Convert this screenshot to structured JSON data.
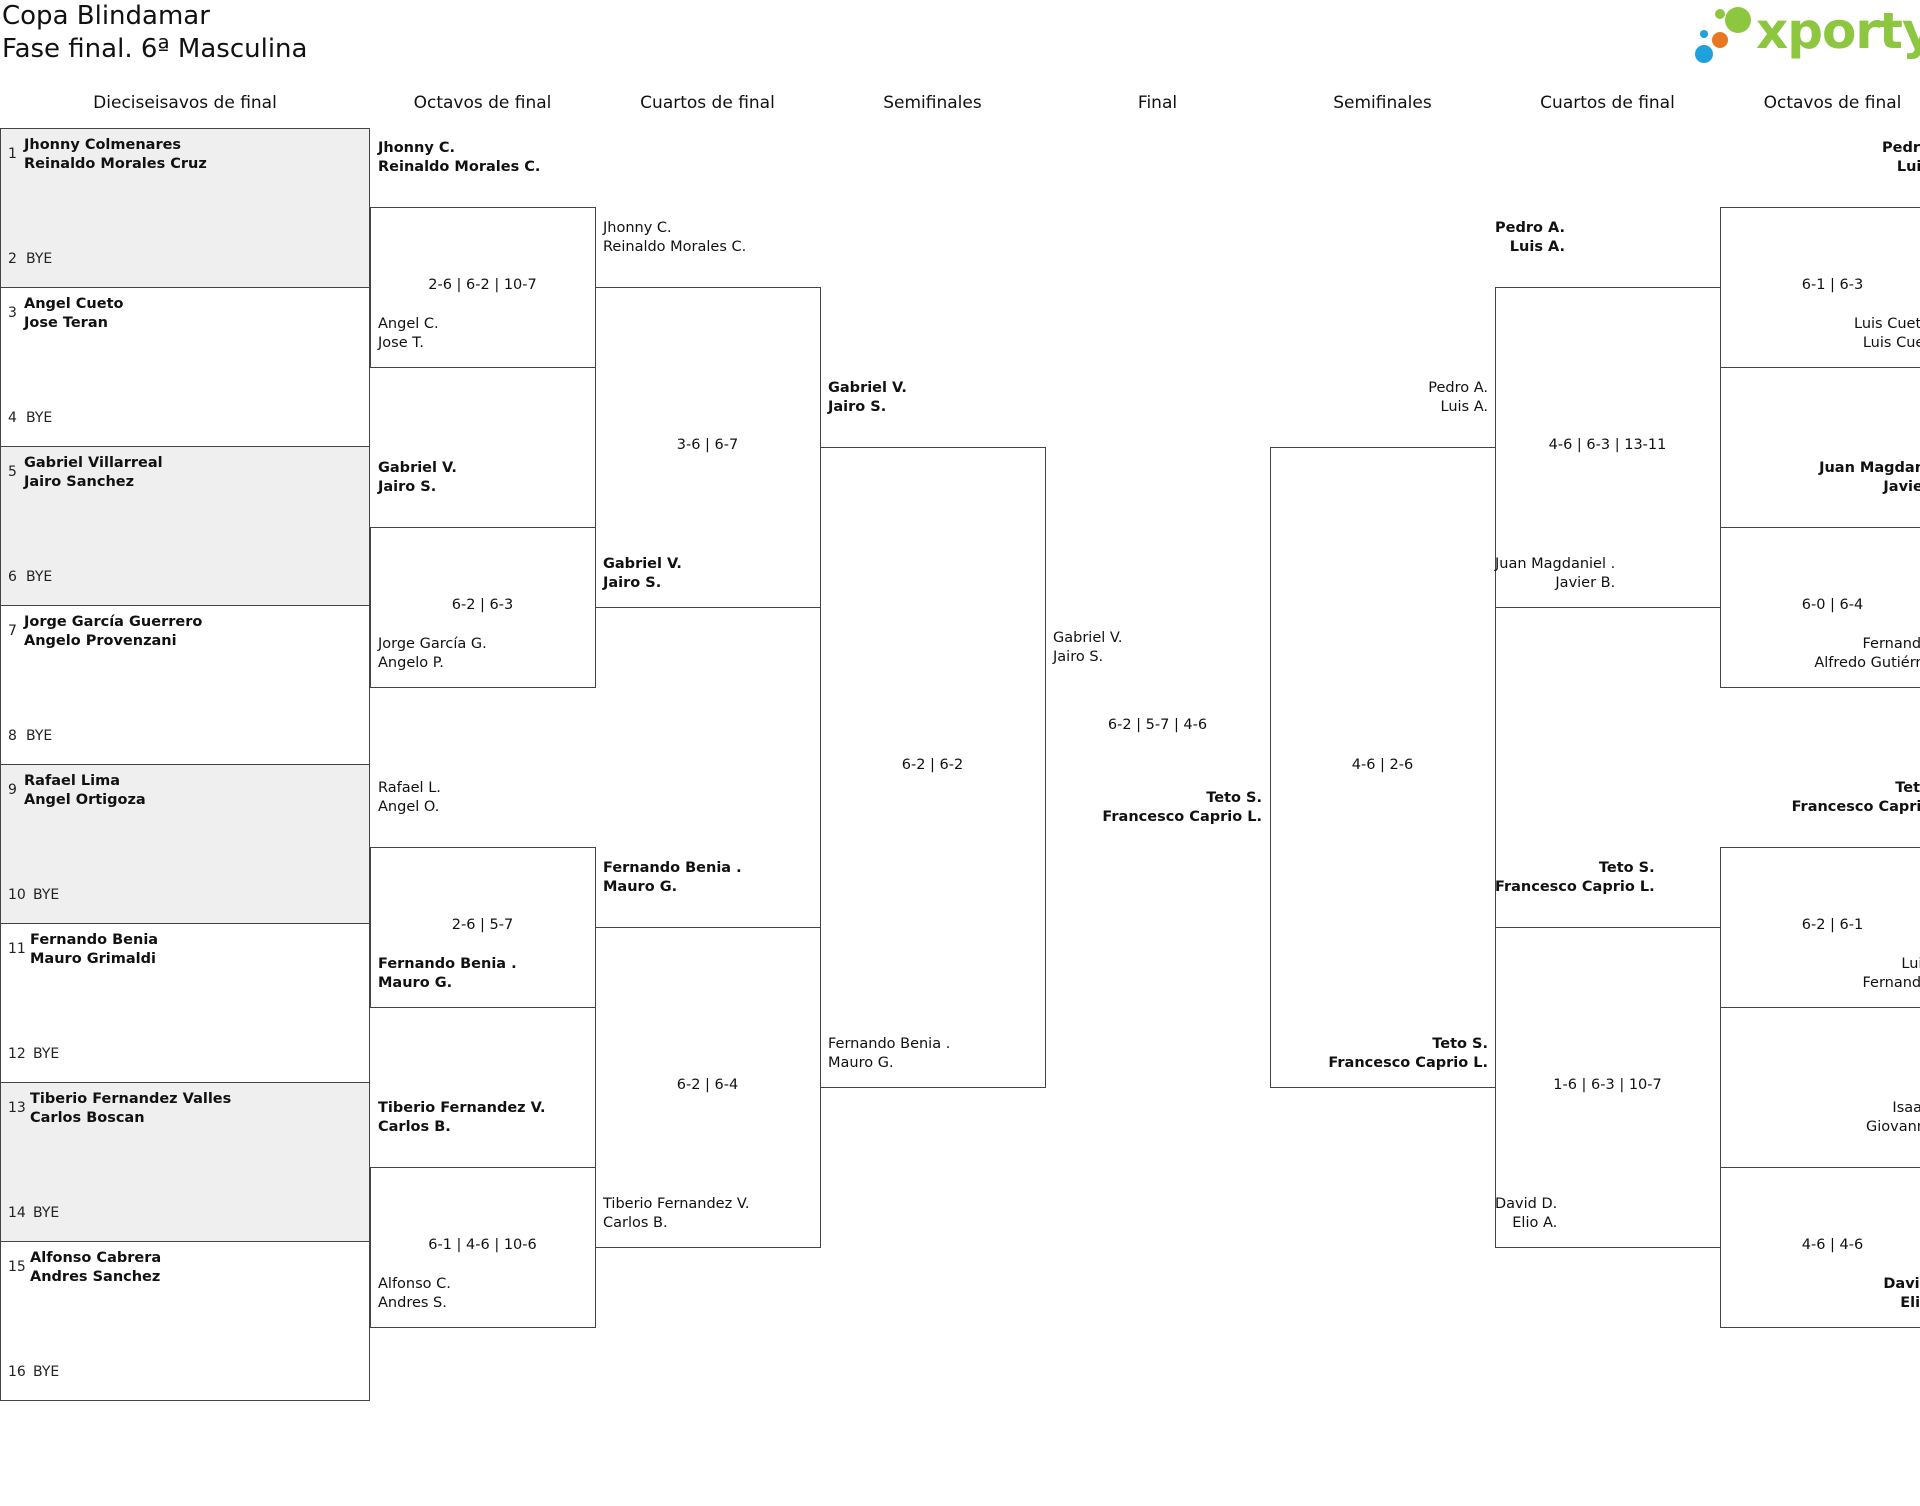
{
  "title": {
    "line1": "Copa Blindamar",
    "line2": "Fase final. 6ª Masculina"
  },
  "logo": {
    "text": "xporty",
    "colors": [
      "#8dc63f",
      "#e87722",
      "#1fa1de"
    ]
  },
  "round_headers": [
    "Dieciseisavos de final",
    "Octavos de final",
    "Cuartos de final",
    "Semifinales",
    "Final",
    "Semifinales",
    "Cuartos de final",
    "Octavos de final"
  ],
  "round_of_32": [
    {
      "seed": "1",
      "team": [
        "Jhonny Colmenares",
        "Reinaldo Morales Cruz"
      ],
      "bye_seed": "2",
      "bye": "BYE"
    },
    {
      "seed": "3",
      "team": [
        "Angel Cueto",
        "Jose Teran"
      ],
      "bye_seed": "4",
      "bye": "BYE"
    },
    {
      "seed": "5",
      "team": [
        "Gabriel Villarreal",
        "Jairo Sanchez"
      ],
      "bye_seed": "6",
      "bye": "BYE"
    },
    {
      "seed": "7",
      "team": [
        "Jorge García Guerrero",
        "Angelo Provenzani"
      ],
      "bye_seed": "8",
      "bye": "BYE"
    },
    {
      "seed": "9",
      "team": [
        "Rafael Lima",
        "Angel Ortigoza"
      ],
      "bye_seed": "10",
      "bye": "BYE"
    },
    {
      "seed": "11",
      "team": [
        "Fernando Benia",
        "Mauro Grimaldi"
      ],
      "bye_seed": "12",
      "bye": "BYE"
    },
    {
      "seed": "13",
      "team": [
        "Tiberio Fernandez Valles",
        "Carlos Boscan"
      ],
      "bye_seed": "14",
      "bye": "BYE"
    },
    {
      "seed": "15",
      "team": [
        "Alfonso Cabrera",
        "Andres Sanchez"
      ],
      "bye_seed": "16",
      "bye": "BYE"
    }
  ],
  "left_round_of_16": [
    {
      "top": [
        "Jhonny C.",
        "Reinaldo Morales C."
      ],
      "score": "2-6 | 6-2 | 10-7",
      "bottom": [
        "Angel C.",
        "Jose T."
      ],
      "winner": "top"
    },
    {
      "top": [
        "Gabriel V.",
        "Jairo S."
      ],
      "score": "6-2 | 6-3",
      "bottom": [
        "Jorge García G.",
        "Angelo P."
      ],
      "winner": "top"
    },
    {
      "top": [
        "Rafael L.",
        "Angel O."
      ],
      "score": "2-6 | 5-7",
      "bottom": [
        "Fernando Benia .",
        "Mauro G."
      ],
      "winner": "bottom"
    },
    {
      "top": [
        "Tiberio Fernandez V.",
        "Carlos B."
      ],
      "score": "6-1 | 4-6 | 10-6",
      "bottom": [
        "Alfonso C.",
        "Andres S."
      ],
      "winner": "top"
    }
  ],
  "left_quarterfinals": [
    {
      "top": [
        "Jhonny C.",
        "Reinaldo Morales C."
      ],
      "score": "3-6 | 6-7",
      "bottom": [
        "Gabriel V.",
        "Jairo S."
      ],
      "winner": "bottom"
    },
    {
      "top": [
        "Fernando Benia .",
        "Mauro G."
      ],
      "score": "6-2 | 6-4",
      "bottom": [
        "Tiberio Fernandez V.",
        "Carlos B."
      ],
      "winner": "top"
    }
  ],
  "left_semifinal": {
    "top": [
      "Gabriel V.",
      "Jairo S."
    ],
    "score": "6-2 | 6-2",
    "bottom": [
      "Fernando Benia .",
      "Mauro G."
    ],
    "winner": "top"
  },
  "final": {
    "left": [
      "Gabriel V.",
      "Jairo S."
    ],
    "score": "6-2 | 5-7 | 4-6",
    "right": [
      "Teto S.",
      "Francesco Caprio L."
    ],
    "winner": "right"
  },
  "right_semifinal": {
    "top": [
      "Pedro A.",
      "Luis A."
    ],
    "score": "4-6 | 2-6",
    "bottom": [
      "Teto S.",
      "Francesco Caprio L."
    ],
    "winner": "bottom"
  },
  "right_quarterfinals": [
    {
      "top": [
        "Pedro A.",
        "Luis A."
      ],
      "score": "4-6 | 6-3 | 13-11",
      "bottom": [
        "Juan Magdaniel .",
        "Javier B."
      ],
      "winner": "top"
    },
    {
      "top": [
        "Teto S.",
        "Francesco Caprio L."
      ],
      "score": "1-6 | 6-3 | 10-7",
      "bottom": [
        "David D.",
        "Elio A."
      ],
      "winner": "top"
    }
  ],
  "right_round_of_16": [
    {
      "top": [
        "Pedro",
        "Luis"
      ],
      "score": "6-1 | 6-3",
      "bottom": [
        "Luis Cueto",
        "Luis Cuet"
      ],
      "winner": "top"
    },
    {
      "top": [
        "Juan Magdani",
        "Javier"
      ],
      "score": "6-0 | 6-4",
      "bottom": [
        "Fernando",
        "Alfredo Gutiérre"
      ],
      "winner": "top"
    },
    {
      "top": [
        "Teto",
        "Francesco Capric"
      ],
      "score": "6-2 | 6-1",
      "bottom": [
        "Luis",
        "Fernando"
      ],
      "winner": "top"
    },
    {
      "top": [
        "Isaac",
        "Giovanni"
      ],
      "score": "4-6 | 4-6",
      "bottom": [
        "David",
        "Elio"
      ],
      "winner": "bottom"
    }
  ]
}
